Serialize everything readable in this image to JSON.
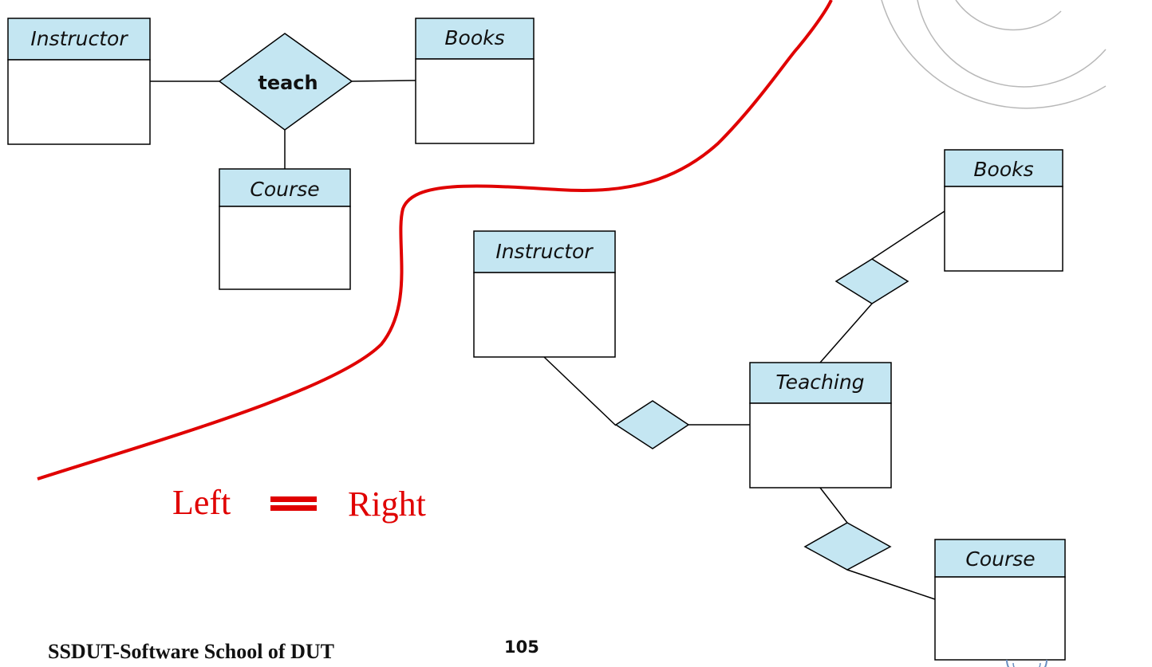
{
  "diagram": {
    "left": {
      "entities": {
        "instructor": "Instructor",
        "books": "Books",
        "course": "Course"
      },
      "relationship": "teach"
    },
    "right": {
      "entities": {
        "instructor": "Instructor",
        "books": "Books",
        "teaching": "Teaching",
        "course": "Course"
      }
    },
    "equation": {
      "left": "Left",
      "right": "Right"
    }
  },
  "footer": {
    "school": "SSDUT-Software School of DUT",
    "page": "105"
  },
  "colors": {
    "entity_header": "#c4e6f2",
    "diamond_fill": "#c4e6f2",
    "divider_curve": "#e00000",
    "equation": "#e00000",
    "decor_arcs": "#b8b8b8"
  }
}
